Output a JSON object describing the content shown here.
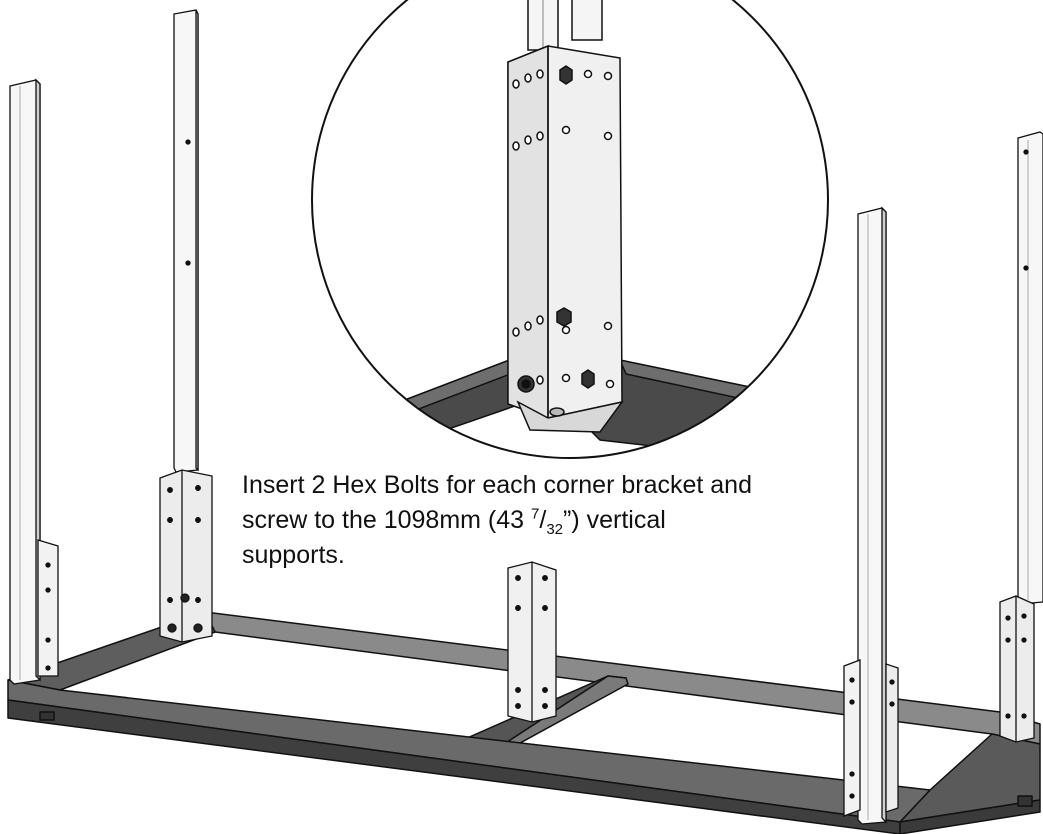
{
  "instruction": {
    "line1": "Insert 2 Hex Bolts for each corner bracket and",
    "line2_before": "screw to the 1098mm (43 ",
    "fraction_numerator": "7",
    "fraction_slash": "/",
    "fraction_denominator": "32",
    "line2_after": "”) vertical",
    "line3": "supports."
  },
  "colors": {
    "frame_dark": "#4a4a4a",
    "frame_mid": "#7a7a7a",
    "post_face": "#f7f7f7",
    "post_edge": "#c8c8c8",
    "outline": "#111111",
    "background": "#ffffff"
  }
}
